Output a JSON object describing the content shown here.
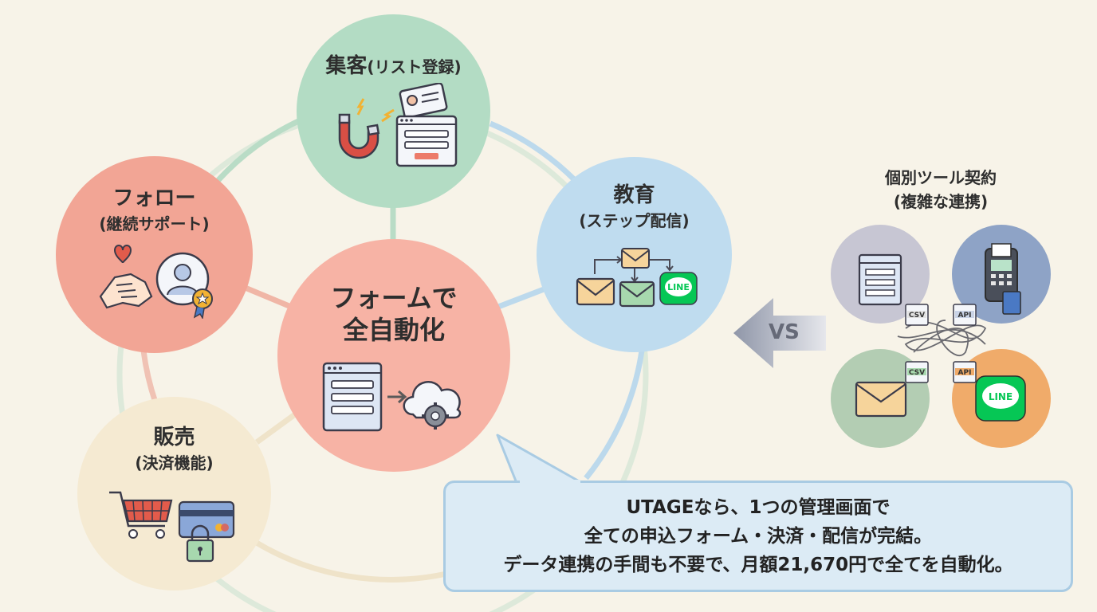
{
  "nodes": {
    "acquisition": {
      "title": "集客",
      "sub": "(リスト登録)"
    },
    "education": {
      "title": "教育",
      "sub": "(ステップ配信)"
    },
    "follow": {
      "title": "フォロー",
      "sub": "(継続サポート)"
    },
    "sales": {
      "title": "販売",
      "sub": "(決済機能)"
    },
    "center": {
      "line1": "フォームで",
      "line2": "全自動化"
    }
  },
  "comparison": {
    "vs": "VS",
    "title_line1": "個別ツール契約",
    "title_line2": "(複雑な連携)",
    "badges": {
      "csv": "CSV",
      "api": "API"
    },
    "line_icon": "LINE"
  },
  "education_line_icon": "LINE",
  "message": {
    "line1": "UTAGEなら、1つの管理画面で",
    "line2": "全ての申込フォーム・決済・配信が完結。",
    "line3": "データ連携の手間も不要で、月額21,670円で全てを自動化。"
  },
  "colors": {
    "background": "#f7f3e8",
    "acquisition": "#b3dcc4",
    "education": "#bfdcef",
    "follow": "#f2a595",
    "sales": "#f5ead2",
    "center": "#f7b3a5",
    "message_bg": "#dcebf5",
    "line_green": "#06c755"
  },
  "icons": [
    "magnet-icon",
    "id-card-icon",
    "form-window-icon",
    "envelope-icon",
    "line-app-icon",
    "handshake-heart-icon",
    "user-badge-icon",
    "shopping-cart-icon",
    "credit-card-lock-icon",
    "cloud-gear-icon",
    "arrow-left-icon",
    "payment-terminal-icon",
    "tangled-lines-icon"
  ]
}
